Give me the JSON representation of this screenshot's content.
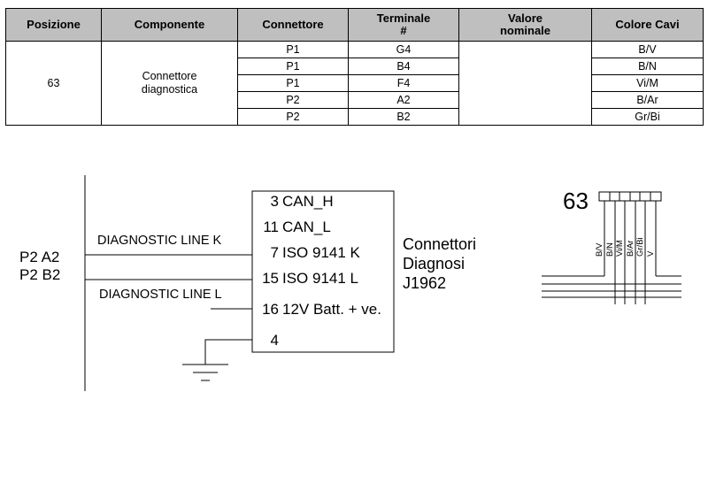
{
  "table": {
    "headers": {
      "position": "Posizione",
      "component": "Componente",
      "connector": "Connettore",
      "terminal_line1": "Terminale",
      "terminal_line2": "#",
      "nominal_line1": "Valore",
      "nominal_line2": "nominale",
      "wire_color": "Colore Cavi"
    },
    "position": "63",
    "component_line1": "Connettore",
    "component_line2": "diagnostica",
    "rows": [
      {
        "connector": "P1",
        "terminal": "G4",
        "color": "B/V"
      },
      {
        "connector": "P1",
        "terminal": "B4",
        "color": "B/N"
      },
      {
        "connector": "P1",
        "terminal": "F4",
        "color": "Vi/M"
      },
      {
        "connector": "P2",
        "terminal": "A2",
        "color": "B/Ar"
      },
      {
        "connector": "P2",
        "terminal": "B2",
        "color": "Gr/Bi"
      }
    ]
  },
  "diagram": {
    "left_labels": {
      "line1": "P2  A2",
      "line2": "P2  B2"
    },
    "line_k": "DIAGNOSTIC LINE K",
    "line_l": "DIAGNOSTIC LINE L",
    "pins": [
      {
        "num": "3",
        "name": "CAN_H"
      },
      {
        "num": "11",
        "name": "CAN_L"
      },
      {
        "num": "7",
        "name": "ISO 9141 K"
      },
      {
        "num": "15",
        "name": "ISO 9141 L"
      },
      {
        "num": "16",
        "name": "12V Batt. + ve."
      },
      {
        "num": "4",
        "name": ""
      }
    ],
    "connector_title": {
      "line1": "Connettori",
      "line2": "Diagnosi",
      "line3": "J1962"
    },
    "mini_connector": {
      "number": "63",
      "wire_labels": [
        "B/V",
        "B/N",
        "Vi/M",
        "B/Ar",
        "Gr/Bi",
        "V"
      ]
    }
  }
}
